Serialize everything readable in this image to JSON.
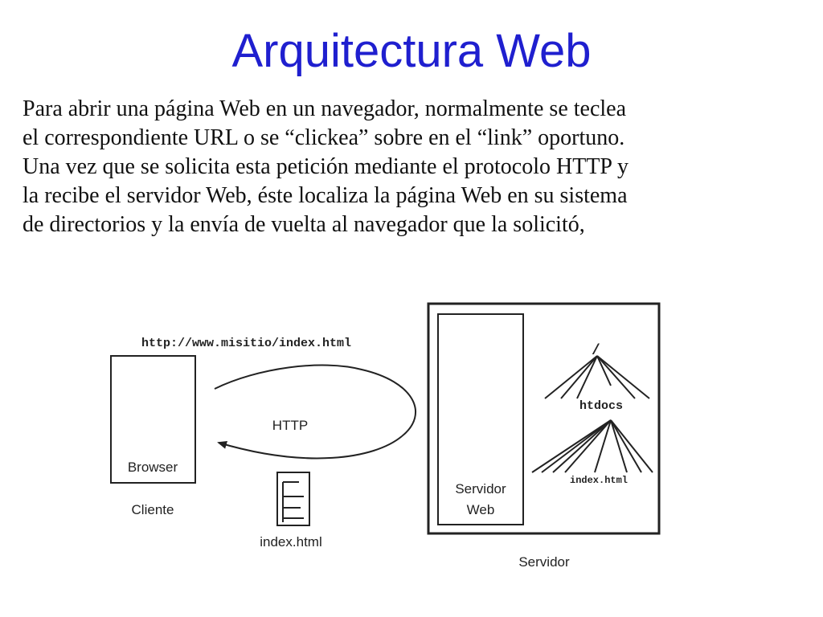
{
  "title": "Arquitectura Web",
  "paragraph": [
    "Para abrir una página Web en un navegador, normalmente se teclea",
    "el correspondiente URL o se “clickea” sobre en el “link” oportuno.",
    "Una vez que se solicita esta petición mediante el protocolo HTTP y",
    "la recibe el servidor Web, éste localiza la página Web en su sistema",
    "de directorios y la envía de vuelta al navegador que la solicitó,"
  ],
  "diagram": {
    "url": "http://www.misitio/index.html",
    "browser_label": "Browser",
    "client_label": "Cliente",
    "protocol_label": "HTTP",
    "file_label": "index.html",
    "server_web_label_1": "Servidor",
    "server_web_label_2": "Web",
    "server_label": "Servidor",
    "tree_root_label": "/",
    "tree_folder_label": "htdocs",
    "tree_file_label": "index.html",
    "colors": {
      "title": "#1f1fcf",
      "line": "#222222"
    }
  }
}
